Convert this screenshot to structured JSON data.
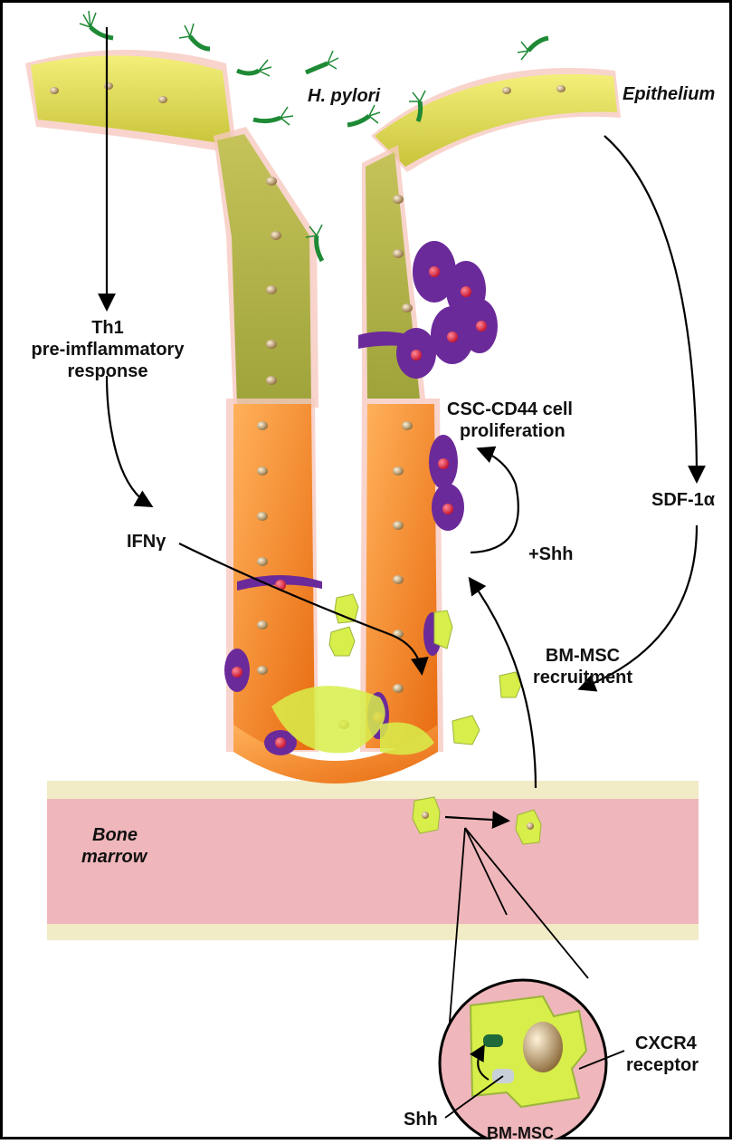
{
  "labels": {
    "h_pylori": "H. pylori",
    "epithelium": "Epithelium",
    "csc_line1": "CSC-CD44 cell",
    "csc_line2": "proliferation",
    "th1_line1": "Th1",
    "th1_line2": "pre-imflammatory",
    "th1_line3": "response",
    "sdf": "SDF-1α",
    "shh_plus": "+Shh",
    "bm_msc_line1": "BM-MSC",
    "bm_msc_line2": "recruitment",
    "ifn": "IFNγ",
    "bone_line1": "Bone",
    "bone_line2": "marrow",
    "cxcr4_line1": "CXCR4",
    "cxcr4_line2": "receptor",
    "shh": "Shh",
    "bm_msc_bottom": "BM-MSC"
  },
  "colors": {
    "frame": "#000000",
    "epithelium_top": "#e6e35a",
    "epithelium_mid": "#b7b840",
    "epithelium_low": "#f28a1f",
    "glow": "#f6c9c0",
    "bacteria": "#1e8a35",
    "csc": "#6b2a9a",
    "csc_nucleus": "#e01f3a",
    "msc": "#d8ee4a",
    "marrow_band": "#efb6bb",
    "marrow_edge": "#f1ebc6"
  },
  "icons": [
    "h-pylori-bacterium-icon",
    "msc-cell-icon",
    "csc-cell-icon"
  ]
}
